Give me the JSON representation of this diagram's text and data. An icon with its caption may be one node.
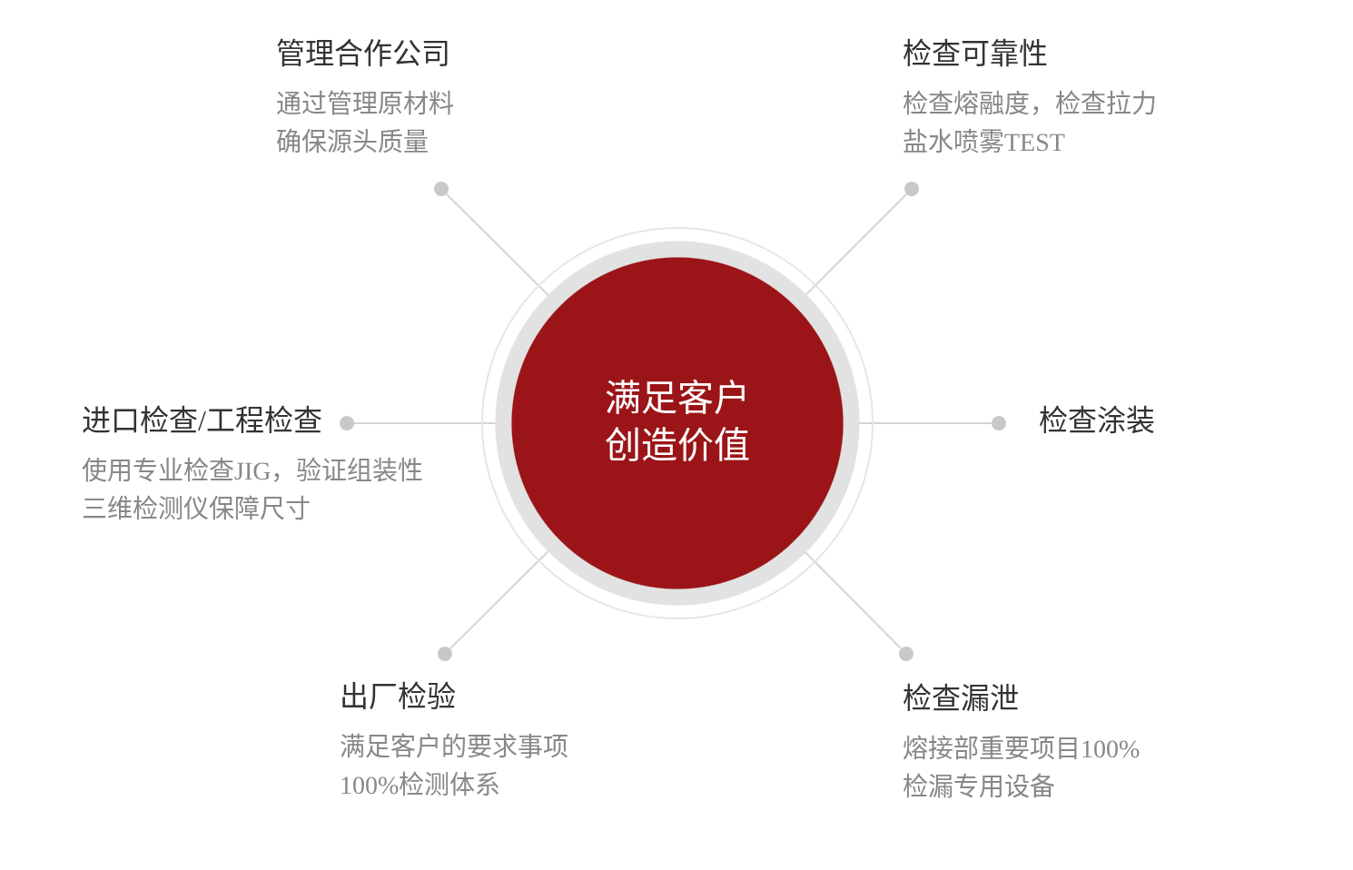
{
  "diagram": {
    "nodes": [
      {
        "text": [
          "满足客户创造价值"
        ]
      },
      {
        "text": [],
        "shape": "circle",
        "beside": [
          "管理合作公司",
          "通过管理原材料确保源头质量"
        ]
      },
      {
        "text": [],
        "shape": "circle",
        "beside": [
          "检查可靠性",
          "检查熔融度，检查拉力盐水喷雾TEST"
        ]
      },
      {
        "text": [],
        "shape": "circle",
        "beside": [
          "进口检查/工程检查",
          "使用专业检查JIG，验证组装性三维检测仪保障尺寸"
        ]
      },
      {
        "text": [],
        "shape": "circle",
        "beside": [
          "检查涂装"
        ]
      },
      {
        "text": [],
        "shape": "circle",
        "beside": [
          "出厂检验",
          "满足客户的要求事项100%检测体系"
        ]
      },
      {
        "text": [],
        "shape": "circle",
        "beside": [
          "检查漏泄",
          "熔接部重要项目100%检漏专用设备"
        ]
      }
    ],
    "edges": [
      {
        "from": 0,
        "to": 1,
        "arrow": "none"
      },
      {
        "from": 0,
        "to": 2,
        "arrow": "none"
      },
      {
        "from": 0,
        "to": 3,
        "arrow": "none"
      },
      {
        "from": 0,
        "to": 4,
        "arrow": "none"
      },
      {
        "from": 0,
        "to": 5,
        "arrow": "none"
      },
      {
        "from": 0,
        "to": 6,
        "arrow": "none"
      }
    ]
  }
}
